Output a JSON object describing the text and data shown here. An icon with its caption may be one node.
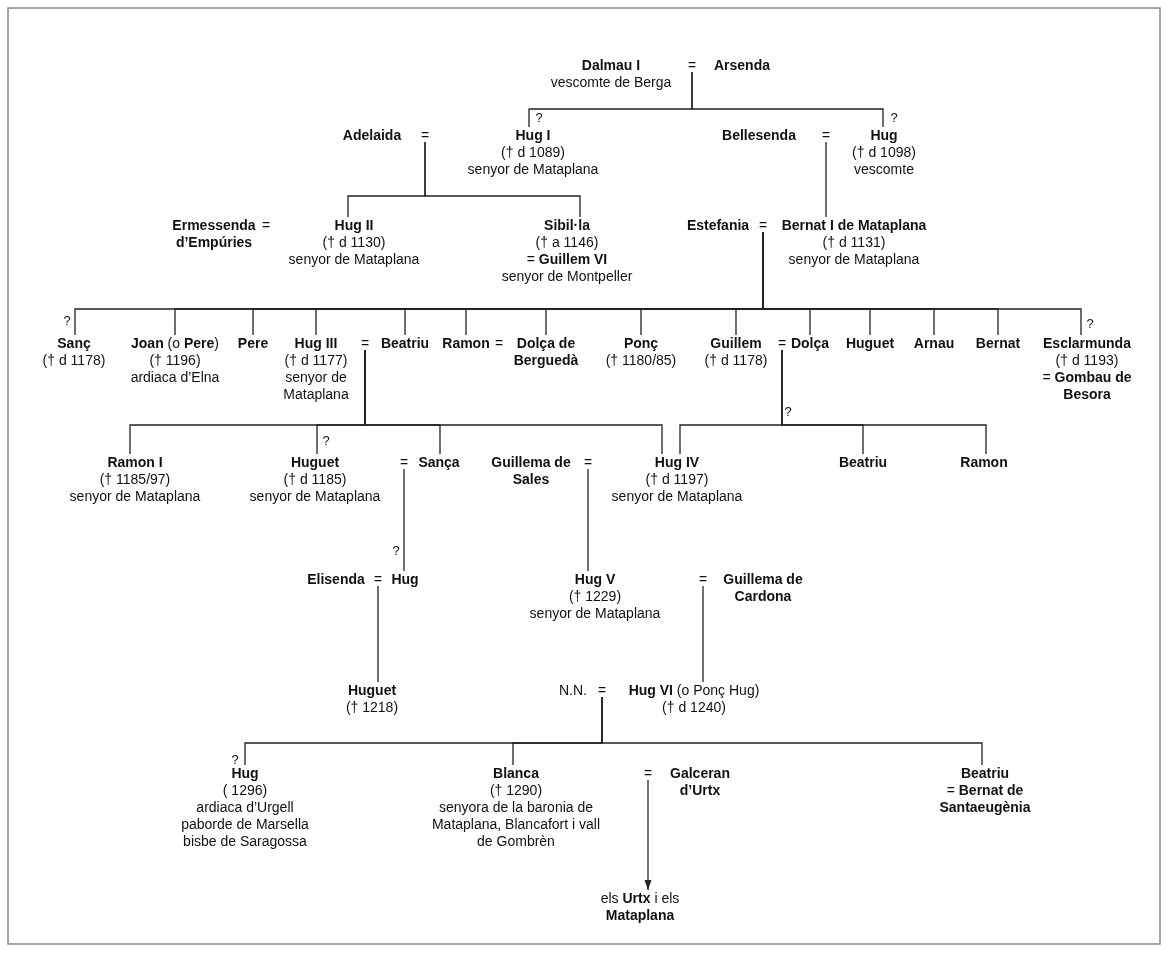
{
  "diagram": {
    "nodes": [
      {
        "text": [
          "Dalmau I",
          "vescomte de Berga"
        ]
      },
      {
        "text": [
          "="
        ]
      },
      {
        "text": [
          "Arsenda"
        ]
      },
      {
        "text": [
          "Adelaida"
        ]
      },
      {
        "text": [
          "="
        ]
      },
      {
        "text": [
          "Hug I",
          "(† d 1089)",
          "senyor de Mataplana"
        ]
      },
      {
        "text": [
          "Bellesenda"
        ]
      },
      {
        "text": [
          "="
        ]
      },
      {
        "text": [
          "Hug",
          "(† d 1098)",
          "vescomte"
        ]
      },
      {
        "text": [
          "Ermessenda d’Empúries"
        ]
      },
      {
        "text": [
          "="
        ]
      },
      {
        "text": [
          "Hug II",
          "(† d 1130)",
          "senyor de Mataplana"
        ]
      },
      {
        "text": [
          "Sibil·la",
          "(† a 1146)",
          "= **Guillem VI**",
          "senyor de Montpeller"
        ]
      },
      {
        "text": [
          "Estefania"
        ]
      },
      {
        "text": [
          "="
        ]
      },
      {
        "text": [
          "Bernat I de Mataplana",
          "(† d 1131)",
          "senyor de Mataplana"
        ]
      },
      {
        "text": [
          "Sanç",
          "(† d 1178)"
        ]
      },
      {
        "text": [
          "**Joan** (o **Pere**)",
          "(† 1196)",
          "ardiaca d’Elna"
        ]
      },
      {
        "text": [
          "Pere"
        ]
      },
      {
        "text": [
          "Hug III",
          "(† d 1177)",
          "senyor de Mataplana"
        ]
      },
      {
        "text": [
          "="
        ]
      },
      {
        "text": [
          "Beatriu"
        ]
      },
      {
        "text": [
          "Ramon"
        ]
      },
      {
        "text": [
          "="
        ]
      },
      {
        "text": [
          "Dolça de Berguedà"
        ]
      },
      {
        "text": [
          "Ponç",
          "(† 1180/85)"
        ]
      },
      {
        "text": [
          "Guillem",
          "(† d 1178)"
        ]
      },
      {
        "text": [
          "="
        ]
      },
      {
        "text": [
          "Dolça"
        ]
      },
      {
        "text": [
          "Huguet"
        ]
      },
      {
        "text": [
          "Arnau"
        ]
      },
      {
        "text": [
          "Bernat"
        ]
      },
      {
        "text": [
          "Esclarmunda",
          "(† d 1193)",
          "= **Gombau de Besora**"
        ]
      },
      {
        "text": [
          "Ramon I",
          "(† 1185/97)",
          "senyor de Mataplana"
        ]
      },
      {
        "text": [
          "Huguet",
          "(† d 1185)",
          "senyor de Mataplana"
        ]
      },
      {
        "text": [
          "="
        ]
      },
      {
        "text": [
          "Sança"
        ]
      },
      {
        "text": [
          "Guillema de Sales"
        ]
      },
      {
        "text": [
          "="
        ]
      },
      {
        "text": [
          "Hug IV",
          "(† d 1197)",
          "senyor de Mataplana"
        ]
      },
      {
        "text": [
          "Beatriu"
        ]
      },
      {
        "text": [
          "Ramon"
        ]
      },
      {
        "text": [
          "Elisenda"
        ]
      },
      {
        "text": [
          "="
        ]
      },
      {
        "text": [
          "Hug"
        ]
      },
      {
        "text": [
          "Hug V",
          "(† 1229)",
          "senyor de Mataplana"
        ]
      },
      {
        "text": [
          "="
        ]
      },
      {
        "text": [
          "Guillema de Cardona"
        ]
      },
      {
        "text": [
          "Huguet",
          "(† 1218)"
        ]
      },
      {
        "text": [
          "N.N."
        ]
      },
      {
        "text": [
          "="
        ]
      },
      {
        "text": [
          "**Hug VI** (o Ponç Hug)",
          "(† d 1240)"
        ]
      },
      {
        "text": [
          "Hug",
          "( 1296)",
          "ardiaca d’Urgell",
          "paborde de Marsella",
          "bisbe de Saragossa"
        ]
      },
      {
        "text": [
          "Blanca",
          "(† 1290)",
          "senyora de la baronia de Mataplana, Blancafort i vall de Gombrèn"
        ]
      },
      {
        "text": [
          "="
        ]
      },
      {
        "text": [
          "Galceran d’Urtx"
        ]
      },
      {
        "text": [
          "Beatriu",
          "= **Bernat de Santaeugènia**"
        ]
      },
      {
        "text": [
          "els **Urtx** i els **Mataplana**"
        ]
      }
    ],
    "edges": [
      {
        "from": 1,
        "to": 5,
        "arrow": "none",
        "label": "?"
      },
      {
        "from": 1,
        "to": 8,
        "arrow": "none",
        "label": "?"
      },
      {
        "from": 4,
        "to": 11,
        "arrow": "none"
      },
      {
        "from": 4,
        "to": 12,
        "arrow": "none"
      },
      {
        "from": 7,
        "to": 15,
        "arrow": "none"
      },
      {
        "from": 14,
        "to": 16,
        "arrow": "none",
        "label": "?"
      },
      {
        "from": 14,
        "to": 17,
        "arrow": "none"
      },
      {
        "from": 14,
        "to": 18,
        "arrow": "none"
      },
      {
        "from": 14,
        "to": 19,
        "arrow": "none"
      },
      {
        "from": 14,
        "to": 21,
        "arrow": "none"
      },
      {
        "from": 14,
        "to": 22,
        "arrow": "none"
      },
      {
        "from": 14,
        "to": 24,
        "arrow": "none"
      },
      {
        "from": 14,
        "to": 25,
        "arrow": "none"
      },
      {
        "from": 14,
        "to": 26,
        "arrow": "none"
      },
      {
        "from": 14,
        "to": 28,
        "arrow": "none"
      },
      {
        "from": 14,
        "to": 29,
        "arrow": "none"
      },
      {
        "from": 14,
        "to": 30,
        "arrow": "none"
      },
      {
        "from": 14,
        "to": 31,
        "arrow": "none"
      },
      {
        "from": 14,
        "to": 32,
        "arrow": "none",
        "label": "?"
      },
      {
        "from": 20,
        "to": 33,
        "arrow": "none"
      },
      {
        "from": 20,
        "to": 34,
        "arrow": "none",
        "label": "?"
      },
      {
        "from": 20,
        "to": 36,
        "arrow": "none"
      },
      {
        "from": 20,
        "to": 39,
        "arrow": "none"
      },
      {
        "from": 27,
        "to": 39,
        "arrow": "none"
      },
      {
        "from": 27,
        "to": 40,
        "arrow": "none"
      },
      {
        "from": 27,
        "to": 41,
        "arrow": "none"
      },
      {
        "from": 35,
        "to": 44,
        "arrow": "none",
        "label": "?"
      },
      {
        "from": 38,
        "to": 45,
        "arrow": "none"
      },
      {
        "from": 43,
        "to": 48,
        "arrow": "none"
      },
      {
        "from": 46,
        "to": 51,
        "arrow": "none"
      },
      {
        "from": 50,
        "to": 52,
        "arrow": "none",
        "label": "?"
      },
      {
        "from": 50,
        "to": 53,
        "arrow": "none"
      },
      {
        "from": 50,
        "to": 56,
        "arrow": "none"
      },
      {
        "from": 54,
        "to": 57,
        "arrow": "to"
      }
    ],
    "labels": [
      "?"
    ]
  }
}
